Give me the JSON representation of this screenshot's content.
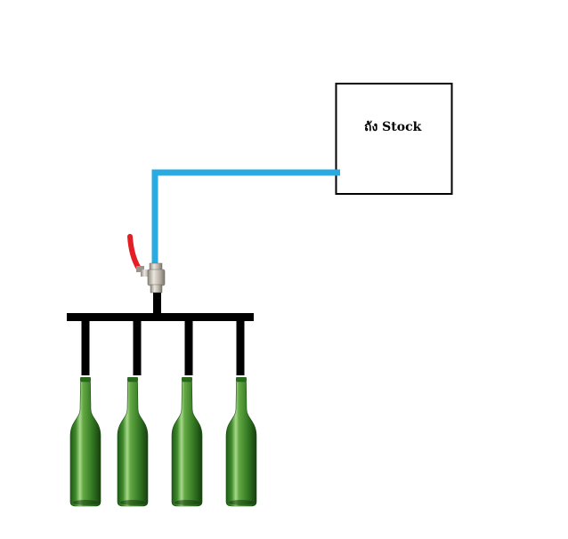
{
  "tank": {
    "label": "ถัง Stock"
  },
  "colors": {
    "pipe": "#29abe2",
    "manifold": "#000000",
    "tank_border": "#000000",
    "valve_handle": "#e31e24",
    "valve_body": "#c8c3b8",
    "bottle_glass": "#3f8a2a"
  },
  "manifold": {
    "outlet_count": 4
  },
  "bottles": [
    {
      "id": "bottle-1"
    },
    {
      "id": "bottle-2"
    },
    {
      "id": "bottle-3"
    },
    {
      "id": "bottle-4"
    }
  ],
  "icons": {
    "valve": "ball-valve-icon",
    "bottle": "wine-bottle-icon"
  }
}
